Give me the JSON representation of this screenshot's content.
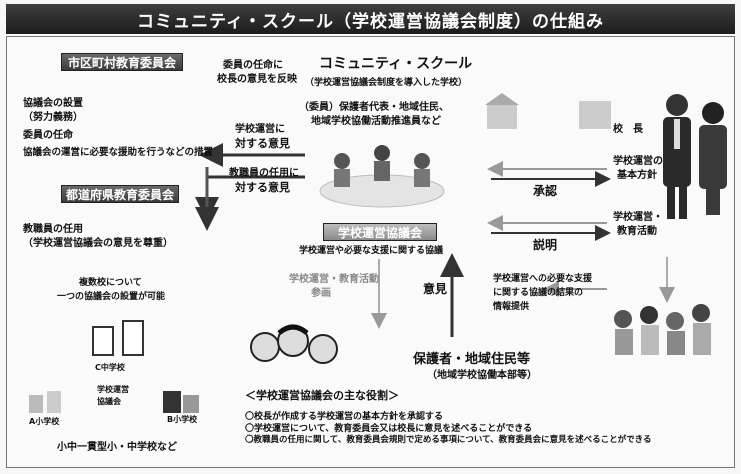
{
  "title": "コミュニティ・スクール（学校運営協議会制度）の仕組み",
  "city_board": {
    "heading": "市区町村教育委員会",
    "items": [
      "協議会の設置",
      "（努力義務）",
      "委員の任命",
      "協議会の運営に必要な援助を行うなどの措置"
    ]
  },
  "appointment_note": [
    "委員の任命に",
    "校長の意見を反映"
  ],
  "opinion_to_board": [
    "学校運営に",
    "対する意見"
  ],
  "opinion_staff": [
    "教職員の任用に",
    "対する意見"
  ],
  "pref_board": {
    "heading": "都道府県教育委員会",
    "items": [
      "教職員の任用",
      "（学校運営協議会の意見を尊重）"
    ]
  },
  "community_school": {
    "heading": "コミュニティ・スクール",
    "sub": "（学校運営協議会制度を導入した学校）",
    "members": "（委員）保護者代表・地域住民、",
    "members2": "地域学校協働活動推進員など"
  },
  "council_box": {
    "heading": "学校運営協議会",
    "sub": "学校運営や必要な支援に関する協議"
  },
  "principal": {
    "label": "校　長",
    "policy": [
      "学校運営の",
      "基本方針"
    ],
    "ops": [
      "学校運営・",
      "教育活動"
    ]
  },
  "arrows": {
    "approval": "承認",
    "explain": "説明",
    "opinion": "意見"
  },
  "guardians": {
    "label": "保護者・地域住民等",
    "sub": "（地域学校協働本部等）"
  },
  "participation": [
    "学校運営・教育活動",
    "参画"
  ],
  "support": [
    "学校運営への必要な支援",
    "に関する協議の結果の",
    "情報提供"
  ],
  "joint_council": {
    "note": [
      "複数校について",
      "一つの協議会の設置が可能"
    ],
    "school_c": "C中学校",
    "school_a": "A小学校",
    "school_b": "B小学校",
    "mid_label": [
      "学校運営",
      "協議会"
    ],
    "caption": "小中一貫型小・中学校など"
  },
  "roles": {
    "heading": "＜学校運営協議会の主な役割＞",
    "items": [
      "〇校長が作成する学校運営の基本方針を承認する",
      "〇学校運営について、教育委員会又は校長に意見を述べることができる",
      "〇教職員の任用に関して、教育委員会規則で定める事項について、教育委員会に意見を述べることができる"
    ]
  },
  "colors": {
    "dark": "#2a2a2a",
    "mid": "#555555",
    "light": "#cfcfcf"
  }
}
